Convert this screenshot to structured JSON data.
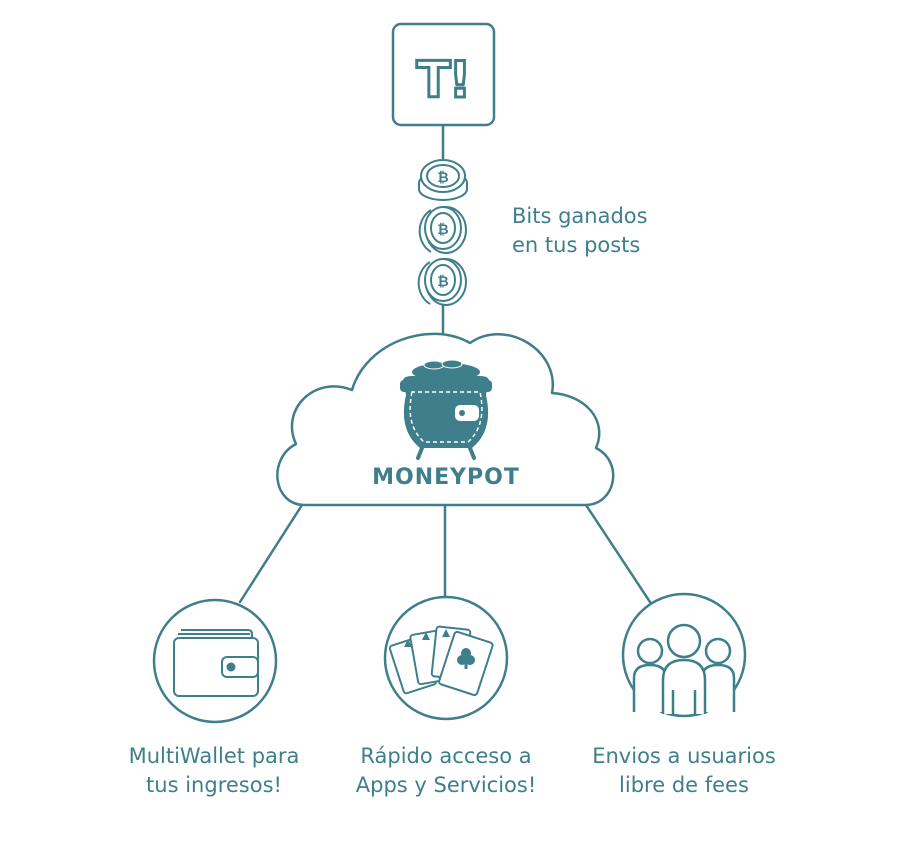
{
  "colors": {
    "accent": "#3f7f8c",
    "background": "#ffffff"
  },
  "logo": {
    "text": "T!",
    "icon": "taringa-logo-icon"
  },
  "coins_label": {
    "line1": "Bits ganados",
    "line2": "en tus posts"
  },
  "cloud": {
    "title": "MONEYPOT",
    "icon": "moneypot-pot-icon"
  },
  "features": [
    {
      "icon": "wallet-icon",
      "line1": "MultiWallet para",
      "line2": "tus ingresos!"
    },
    {
      "icon": "playing-cards-icon",
      "line1": "Rápido acceso a",
      "line2": "Apps y Servicios!"
    },
    {
      "icon": "users-group-icon",
      "line1": "Envios a usuarios",
      "line2": "libre de fees"
    }
  ]
}
